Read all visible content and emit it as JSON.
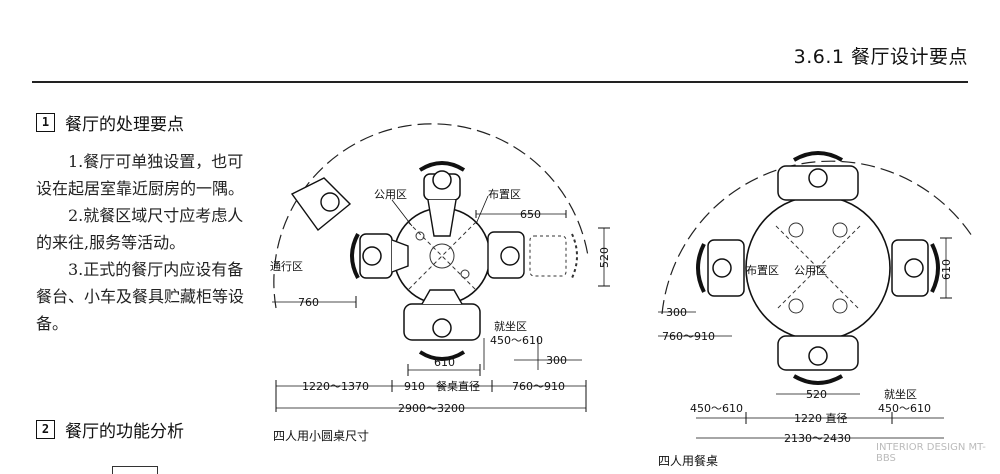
{
  "header": {
    "title": "3.6.1 餐厅设计要点"
  },
  "section1": {
    "number": "1",
    "title": "餐厅的处理要点",
    "paragraphs": [
      "1.餐厅可单独设置，也可设在起居室靠近厨房的一隅。",
      "2.就餐区域尺寸应考虑人的来往,服务等活动。",
      "3.正式的餐厅内应设有备餐台、小车及餐具贮藏柜等设备。"
    ]
  },
  "section2": {
    "number": "2",
    "title": "餐厅的功能分析"
  },
  "diagram1": {
    "caption": "四人用小圆桌尺寸",
    "labels": {
      "public_zone": "公用区",
      "layout_zone": "布置区",
      "passage_zone": "通行区",
      "seating_zone": "就坐区",
      "table_diameter": "餐桌直径"
    },
    "dims": {
      "d650": "650",
      "d520": "520",
      "d760": "760",
      "d450_610": "450～610",
      "d300": "300",
      "d610": "610",
      "d1220_1370": "1220～1370",
      "d910": "910",
      "d760_910": "760～910",
      "d2900_3200": "2900～3200"
    }
  },
  "diagram2": {
    "caption": "四人用餐桌",
    "labels": {
      "layout_zone": "布置区",
      "public_zone": "公用区",
      "seating_zone": "就坐区",
      "diameter": "1220 直径"
    },
    "dims": {
      "d610": "610",
      "d300": "300",
      "d760_910": "760～910",
      "d520": "520",
      "d450_610_left": "450～610",
      "d450_610_right": "450～610",
      "d2130_2430": "2130～2430"
    }
  },
  "watermark": "INTERIOR DESIGN  MT-BBS"
}
